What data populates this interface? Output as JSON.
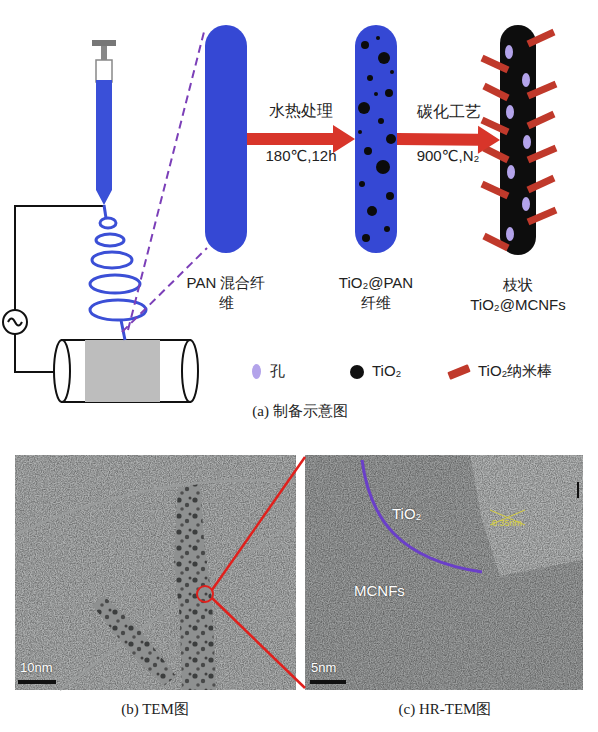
{
  "diagram": {
    "nodes": [
      {
        "text": [
          "PAN 混合纤维"
        ]
      },
      {
        "text": [
          "TiO₂@PAN 纤维"
        ]
      },
      {
        "text": [
          "枝状 TiO₂@MCNFs"
        ]
      }
    ],
    "edges": [
      {
        "from": 0,
        "to": 1,
        "arrow": "to",
        "label": "水热处理"
      },
      {
        "from": 1,
        "to": 2,
        "arrow": "to",
        "label": "碳化工艺"
      }
    ],
    "labels": [
      "180℃,12h",
      "900℃,N₂",
      "(a) 制备示意图",
      "10nm",
      "5nm",
      "TiO₂",
      "MCNFs",
      "0.35nm",
      "(b) TEM图",
      "(c) HR-TEM图"
    ],
    "legend": [
      {
        "text": "孔",
        "color": "#b3a3ea"
      },
      {
        "text": "TiO₂",
        "color": "#111111"
      },
      {
        "text": "TiO₂纳米棒",
        "color": "#c0392b"
      }
    ]
  }
}
